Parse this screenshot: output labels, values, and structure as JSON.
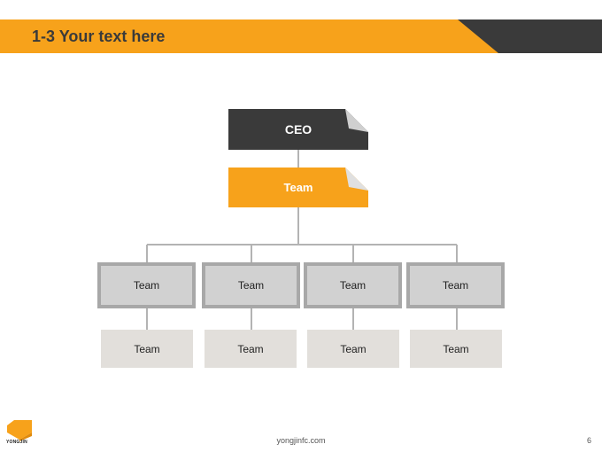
{
  "header": {
    "title": "1-3 Your text here"
  },
  "org_chart": {
    "ceo_label": "CEO",
    "main_team_label": "Team",
    "sub_teams": [
      {
        "label": "Team",
        "child_label": "Team"
      },
      {
        "label": "Team",
        "child_label": "Team"
      },
      {
        "label": "Team",
        "child_label": "Team"
      },
      {
        "label": "Team",
        "child_label": "Team"
      }
    ]
  },
  "footer": {
    "logo_text": "YONGJIN",
    "url": "yongjinfc.com",
    "page_number": "6"
  },
  "colors": {
    "accent_orange": "#f7a21b",
    "dark_gray": "#3a3a3a",
    "mid_gray": "#a8a8a8",
    "light_gray": "#d1d1d1",
    "beige": "#e2dfdb"
  }
}
